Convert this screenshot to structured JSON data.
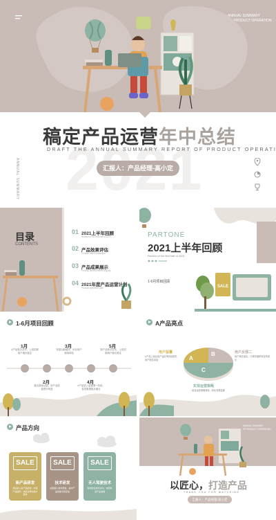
{
  "cover": {
    "corner_en_line1": "ANNUAL SUMMARY",
    "corner_en_line2": "OF PRODUCT OPERATION",
    "watermark_year": "2021",
    "title_dark": "稿定产品运营",
    "title_light": "年中总结",
    "subtitle_en": "DRAFT THE ANNUAL SUMMARY REPORT OF PRODUCT OPERATION",
    "reporter": "汇报人：产品经理-高小定",
    "vertical_en": "ANNUAL SUMMARY"
  },
  "contents": {
    "title": "目录",
    "title_en": "CONTENTS",
    "items": [
      {
        "num": "01",
        "title": "2021上半年回顾",
        "sub": "Review of the first half of 2021"
      },
      {
        "num": "02",
        "title": "产品效果评估",
        "sub": "Product effect evaluation"
      },
      {
        "num": "03",
        "title": "产品成果展示",
        "sub": "Product achievements display"
      },
      {
        "num": "04",
        "title": "2021年度产品运营计划",
        "sub": "Product operation plan"
      }
    ]
  },
  "part_one": {
    "label": "PARTONE",
    "title": "2021上半年回顾",
    "sub_en": "Review of the first half of 2021",
    "section": "1-6月项目回顾",
    "sale": "SALE"
  },
  "timeline": {
    "heading": "1-6月项目回顾",
    "months": [
      {
        "label": "1月",
        "desc": "A产品首次发布，上线初期用户增长稳定"
      },
      {
        "label": "2月",
        "desc": "推出新版功能，用户活跃度提升明显"
      },
      {
        "label": "3月",
        "desc": "完善功能模块，优化用户使用体验"
      },
      {
        "label": "4月",
        "desc": "A产品进入运营第一阶段，各项数据稳步增长"
      },
      {
        "label": "5月",
        "desc": "新产品首次发布，上线初期用户增长稳定"
      }
    ]
  },
  "highlights": {
    "heading": "A产品亮点",
    "points": [
      {
        "title": "用户留量",
        "desc": "A产品上线后用户留存率持续提升，用户黏性增强"
      },
      {
        "title": "用户反馈二",
        "desc": "用户满意度高，口碑传播带来自然增长"
      },
      {
        "title": "实现运营策略",
        "desc": "精准运营策略落地，转化效果显著"
      }
    ],
    "segments": [
      "A",
      "B",
      "C"
    ]
  },
  "direction": {
    "heading": "产品方向",
    "cards": [
      {
        "sale": "SALE",
        "title": "新产品研发",
        "desc": "持续投入新产品研发，丰富产品矩阵，满足多样化用户需求",
        "color": "#c7b168"
      },
      {
        "sale": "SALE",
        "title": "技术研发",
        "desc": "加强核心技术研发，提升产品性能与稳定性",
        "color": "#a89486"
      },
      {
        "sale": "SALE",
        "title": "无人驾驶技术",
        "desc": "探索前沿技术方向，布局未来产品发展",
        "color": "#8fb3a3"
      }
    ]
  },
  "closing": {
    "corner_en_line1": "ANNUAL SUMMARY",
    "corner_en_line2": "OF PRODUCT OPERATION",
    "title_a": "以匠心，",
    "title_b": "打造产品",
    "sub_en": "THANK YOU FOR WATCHING",
    "reporter": "汇报人：产品经理-高小定"
  },
  "colors": {
    "taupe": "#c9bcb6",
    "mint": "#8fb3a3",
    "mustard": "#c7b168",
    "dark_text": "#3a3a3a"
  }
}
